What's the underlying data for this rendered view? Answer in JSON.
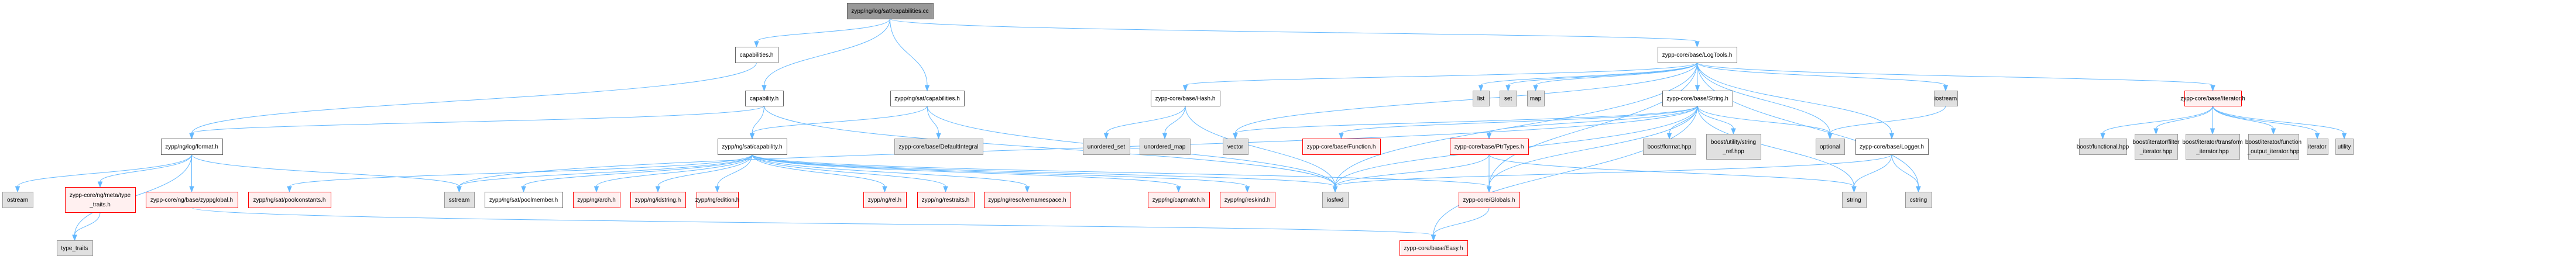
{
  "graph": {
    "title": "Include dependency graph for zypp/ng/log/sat/capabilities.cc",
    "colors": {
      "root_fill": "#999999",
      "root_stroke": "#666666",
      "local_fill": "#ffffff",
      "local_stroke": "#666666",
      "truncated_fill": "#fff0f0",
      "truncated_stroke": "#ff0000",
      "system_fill": "#e0e0e0",
      "system_stroke": "#999999",
      "edge": "#63b8ff"
    },
    "nodes": [
      {
        "id": "root",
        "lines": [
          "zypp/ng/log/sat/capabilities.cc"
        ],
        "kind": "root"
      },
      {
        "id": "capabilities_h",
        "lines": [
          "capabilities.h"
        ],
        "kind": "local"
      },
      {
        "id": "capability_h",
        "lines": [
          "capability.h"
        ],
        "kind": "local"
      },
      {
        "id": "sat_capabilities_h",
        "lines": [
          "zypp/ng/sat/capabilities.h"
        ],
        "kind": "local"
      },
      {
        "id": "logtools_h",
        "lines": [
          "zypp-core/base/LogTools.h"
        ],
        "kind": "local"
      },
      {
        "id": "format_h",
        "lines": [
          "zypp/ng/log/format.h"
        ],
        "kind": "local"
      },
      {
        "id": "sat_capability_h",
        "lines": [
          "zypp/ng/sat/capability.h"
        ],
        "kind": "local"
      },
      {
        "id": "defaultintegral",
        "lines": [
          "zypp-core/base/DefaultIntegral"
        ],
        "kind": "system"
      },
      {
        "id": "hash_h",
        "lines": [
          "zypp-core/base/Hash.h"
        ],
        "kind": "local"
      },
      {
        "id": "list",
        "lines": [
          "list"
        ],
        "kind": "system"
      },
      {
        "id": "set",
        "lines": [
          "set"
        ],
        "kind": "system"
      },
      {
        "id": "map",
        "lines": [
          "map"
        ],
        "kind": "system"
      },
      {
        "id": "string_h",
        "lines": [
          "zypp-core/base/String.h"
        ],
        "kind": "local"
      },
      {
        "id": "iostream",
        "lines": [
          "iostream"
        ],
        "kind": "system"
      },
      {
        "id": "iterator_h",
        "lines": [
          "zypp-core/base/Iterator.h"
        ],
        "kind": "truncated"
      },
      {
        "id": "ostream",
        "lines": [
          "ostream"
        ],
        "kind": "system"
      },
      {
        "id": "meta_type_traits_h",
        "lines": [
          "zypp-core/ng/meta/type",
          "_traits.h"
        ],
        "kind": "truncated"
      },
      {
        "id": "zyppglobal_h",
        "lines": [
          "zypp-core/ng/base/zyppglobal.h"
        ],
        "kind": "truncated"
      },
      {
        "id": "poolconstants_h",
        "lines": [
          "zypp/ng/sat/poolconstants.h"
        ],
        "kind": "truncated"
      },
      {
        "id": "sstream",
        "lines": [
          "sstream"
        ],
        "kind": "system"
      },
      {
        "id": "poolmember_h",
        "lines": [
          "zypp/ng/sat/poolmember.h"
        ],
        "kind": "local"
      },
      {
        "id": "arch_h",
        "lines": [
          "zypp/ng/arch.h"
        ],
        "kind": "truncated"
      },
      {
        "id": "idstring_h",
        "lines": [
          "zypp/ng/idstring.h"
        ],
        "kind": "truncated"
      },
      {
        "id": "edition_h",
        "lines": [
          "zypp/ng/edition.h"
        ],
        "kind": "truncated"
      },
      {
        "id": "rel_h",
        "lines": [
          "zypp/ng/rel.h"
        ],
        "kind": "truncated"
      },
      {
        "id": "restraits_h",
        "lines": [
          "zypp/ng/restraits.h"
        ],
        "kind": "truncated"
      },
      {
        "id": "resolvernamespace_h",
        "lines": [
          "zypp/ng/resolvernamespace.h"
        ],
        "kind": "truncated"
      },
      {
        "id": "capmatch_h",
        "lines": [
          "zypp/ng/capmatch.h"
        ],
        "kind": "truncated"
      },
      {
        "id": "reskind_h",
        "lines": [
          "zypp/ng/reskind.h"
        ],
        "kind": "truncated"
      },
      {
        "id": "iosfwd",
        "lines": [
          "iosfwd"
        ],
        "kind": "system"
      },
      {
        "id": "unordered_set",
        "lines": [
          "unordered_set"
        ],
        "kind": "system"
      },
      {
        "id": "unordered_map",
        "lines": [
          "unordered_map"
        ],
        "kind": "system"
      },
      {
        "id": "vector",
        "lines": [
          "vector"
        ],
        "kind": "system"
      },
      {
        "id": "function_h",
        "lines": [
          "zypp-core/base/Function.h"
        ],
        "kind": "truncated"
      },
      {
        "id": "ptrtypes_h",
        "lines": [
          "zypp-core/base/PtrTypes.h"
        ],
        "kind": "truncated"
      },
      {
        "id": "globals_h",
        "lines": [
          "zypp-core/Globals.h"
        ],
        "kind": "truncated"
      },
      {
        "id": "easy_h",
        "lines": [
          "zypp-core/base/Easy.h"
        ],
        "kind": "truncated"
      },
      {
        "id": "boost_format",
        "lines": [
          "boost/format.hpp"
        ],
        "kind": "system"
      },
      {
        "id": "boost_string_ref",
        "lines": [
          "boost/utility/string",
          "_ref.hpp"
        ],
        "kind": "system"
      },
      {
        "id": "optional",
        "lines": [
          "optional"
        ],
        "kind": "system"
      },
      {
        "id": "logger_h",
        "lines": [
          "zypp-core/base/Logger.h"
        ],
        "kind": "local"
      },
      {
        "id": "string",
        "lines": [
          "string"
        ],
        "kind": "system"
      },
      {
        "id": "cstring",
        "lines": [
          "cstring"
        ],
        "kind": "system"
      },
      {
        "id": "type_traits",
        "lines": [
          "type_traits"
        ],
        "kind": "system"
      },
      {
        "id": "boost_functional",
        "lines": [
          "boost/functional.hpp"
        ],
        "kind": "system"
      },
      {
        "id": "boost_filter_iterator",
        "lines": [
          "boost/iterator/filter",
          "_iterator.hpp"
        ],
        "kind": "system"
      },
      {
        "id": "boost_transform_iterator",
        "lines": [
          "boost/iterator/transform",
          "_iterator.hpp"
        ],
        "kind": "system"
      },
      {
        "id": "boost_function_output_iterator",
        "lines": [
          "boost/iterator/function",
          "_output_iterator.hpp"
        ],
        "kind": "system"
      },
      {
        "id": "iterator",
        "lines": [
          "iterator"
        ],
        "kind": "system"
      },
      {
        "id": "utility",
        "lines": [
          "utility"
        ],
        "kind": "system"
      }
    ],
    "edges": [
      [
        "root",
        "capabilities_h"
      ],
      [
        "root",
        "capability_h"
      ],
      [
        "root",
        "sat_capabilities_h"
      ],
      [
        "root",
        "logtools_h"
      ],
      [
        "capabilities_h",
        "format_h"
      ],
      [
        "capability_h",
        "format_h"
      ],
      [
        "capability_h",
        "sat_capability_h"
      ],
      [
        "capability_h",
        "iosfwd"
      ],
      [
        "sat_capabilities_h",
        "sat_capability_h"
      ],
      [
        "sat_capabilities_h",
        "defaultintegral"
      ],
      [
        "sat_capabilities_h",
        "iosfwd"
      ],
      [
        "format_h",
        "ostream"
      ],
      [
        "format_h",
        "type_traits"
      ],
      [
        "format_h",
        "meta_type_traits_h"
      ],
      [
        "format_h",
        "zyppglobal_h"
      ],
      [
        "format_h",
        "sstream"
      ],
      [
        "meta_type_traits_h",
        "type_traits"
      ],
      [
        "zyppglobal_h",
        "easy_h"
      ],
      [
        "sat_capability_h",
        "poolconstants_h"
      ],
      [
        "sat_capability_h",
        "sstream"
      ],
      [
        "sat_capability_h",
        "poolmember_h"
      ],
      [
        "sat_capability_h",
        "arch_h"
      ],
      [
        "sat_capability_h",
        "idstring_h"
      ],
      [
        "sat_capability_h",
        "edition_h"
      ],
      [
        "sat_capability_h",
        "rel_h"
      ],
      [
        "sat_capability_h",
        "restraits_h"
      ],
      [
        "sat_capability_h",
        "resolvernamespace_h"
      ],
      [
        "sat_capability_h",
        "capmatch_h"
      ],
      [
        "sat_capability_h",
        "reskind_h"
      ],
      [
        "sat_capability_h",
        "iosfwd"
      ],
      [
        "sat_capability_h",
        "globals_h"
      ],
      [
        "logtools_h",
        "hash_h"
      ],
      [
        "logtools_h",
        "list"
      ],
      [
        "logtools_h",
        "set"
      ],
      [
        "logtools_h",
        "map"
      ],
      [
        "logtools_h",
        "string_h"
      ],
      [
        "logtools_h",
        "iostream"
      ],
      [
        "logtools_h",
        "iterator_h"
      ],
      [
        "logtools_h",
        "vector"
      ],
      [
        "logtools_h",
        "optional"
      ],
      [
        "logtools_h",
        "logger_h"
      ],
      [
        "logtools_h",
        "cstring"
      ],
      [
        "logtools_h",
        "globals_h"
      ],
      [
        "logtools_h",
        "iosfwd"
      ],
      [
        "hash_h",
        "unordered_set"
      ],
      [
        "hash_h",
        "unordered_map"
      ],
      [
        "hash_h",
        "iosfwd"
      ],
      [
        "string_h",
        "vector"
      ],
      [
        "string_h",
        "iosfwd"
      ],
      [
        "string_h",
        "function_h"
      ],
      [
        "string_h",
        "ptrtypes_h"
      ],
      [
        "string_h",
        "easy_h"
      ],
      [
        "string_h",
        "boost_format"
      ],
      [
        "string_h",
        "boost_string_ref"
      ],
      [
        "string_h",
        "optional"
      ],
      [
        "string_h",
        "string"
      ],
      [
        "string_h",
        "sstream"
      ],
      [
        "string_h",
        "globals_h"
      ],
      [
        "ptrtypes_h",
        "iosfwd"
      ],
      [
        "ptrtypes_h",
        "globals_h"
      ],
      [
        "ptrtypes_h",
        "string"
      ],
      [
        "globals_h",
        "easy_h"
      ],
      [
        "logger_h",
        "string"
      ],
      [
        "logger_h",
        "cstring"
      ],
      [
        "logger_h",
        "iosfwd"
      ],
      [
        "iostream",
        "optional"
      ],
      [
        "iterator_h",
        "boost_functional"
      ],
      [
        "iterator_h",
        "boost_filter_iterator"
      ],
      [
        "iterator_h",
        "boost_transform_iterator"
      ],
      [
        "iterator_h",
        "boost_function_output_iterator"
      ],
      [
        "iterator_h",
        "iterator"
      ],
      [
        "iterator_h",
        "utility"
      ]
    ]
  }
}
